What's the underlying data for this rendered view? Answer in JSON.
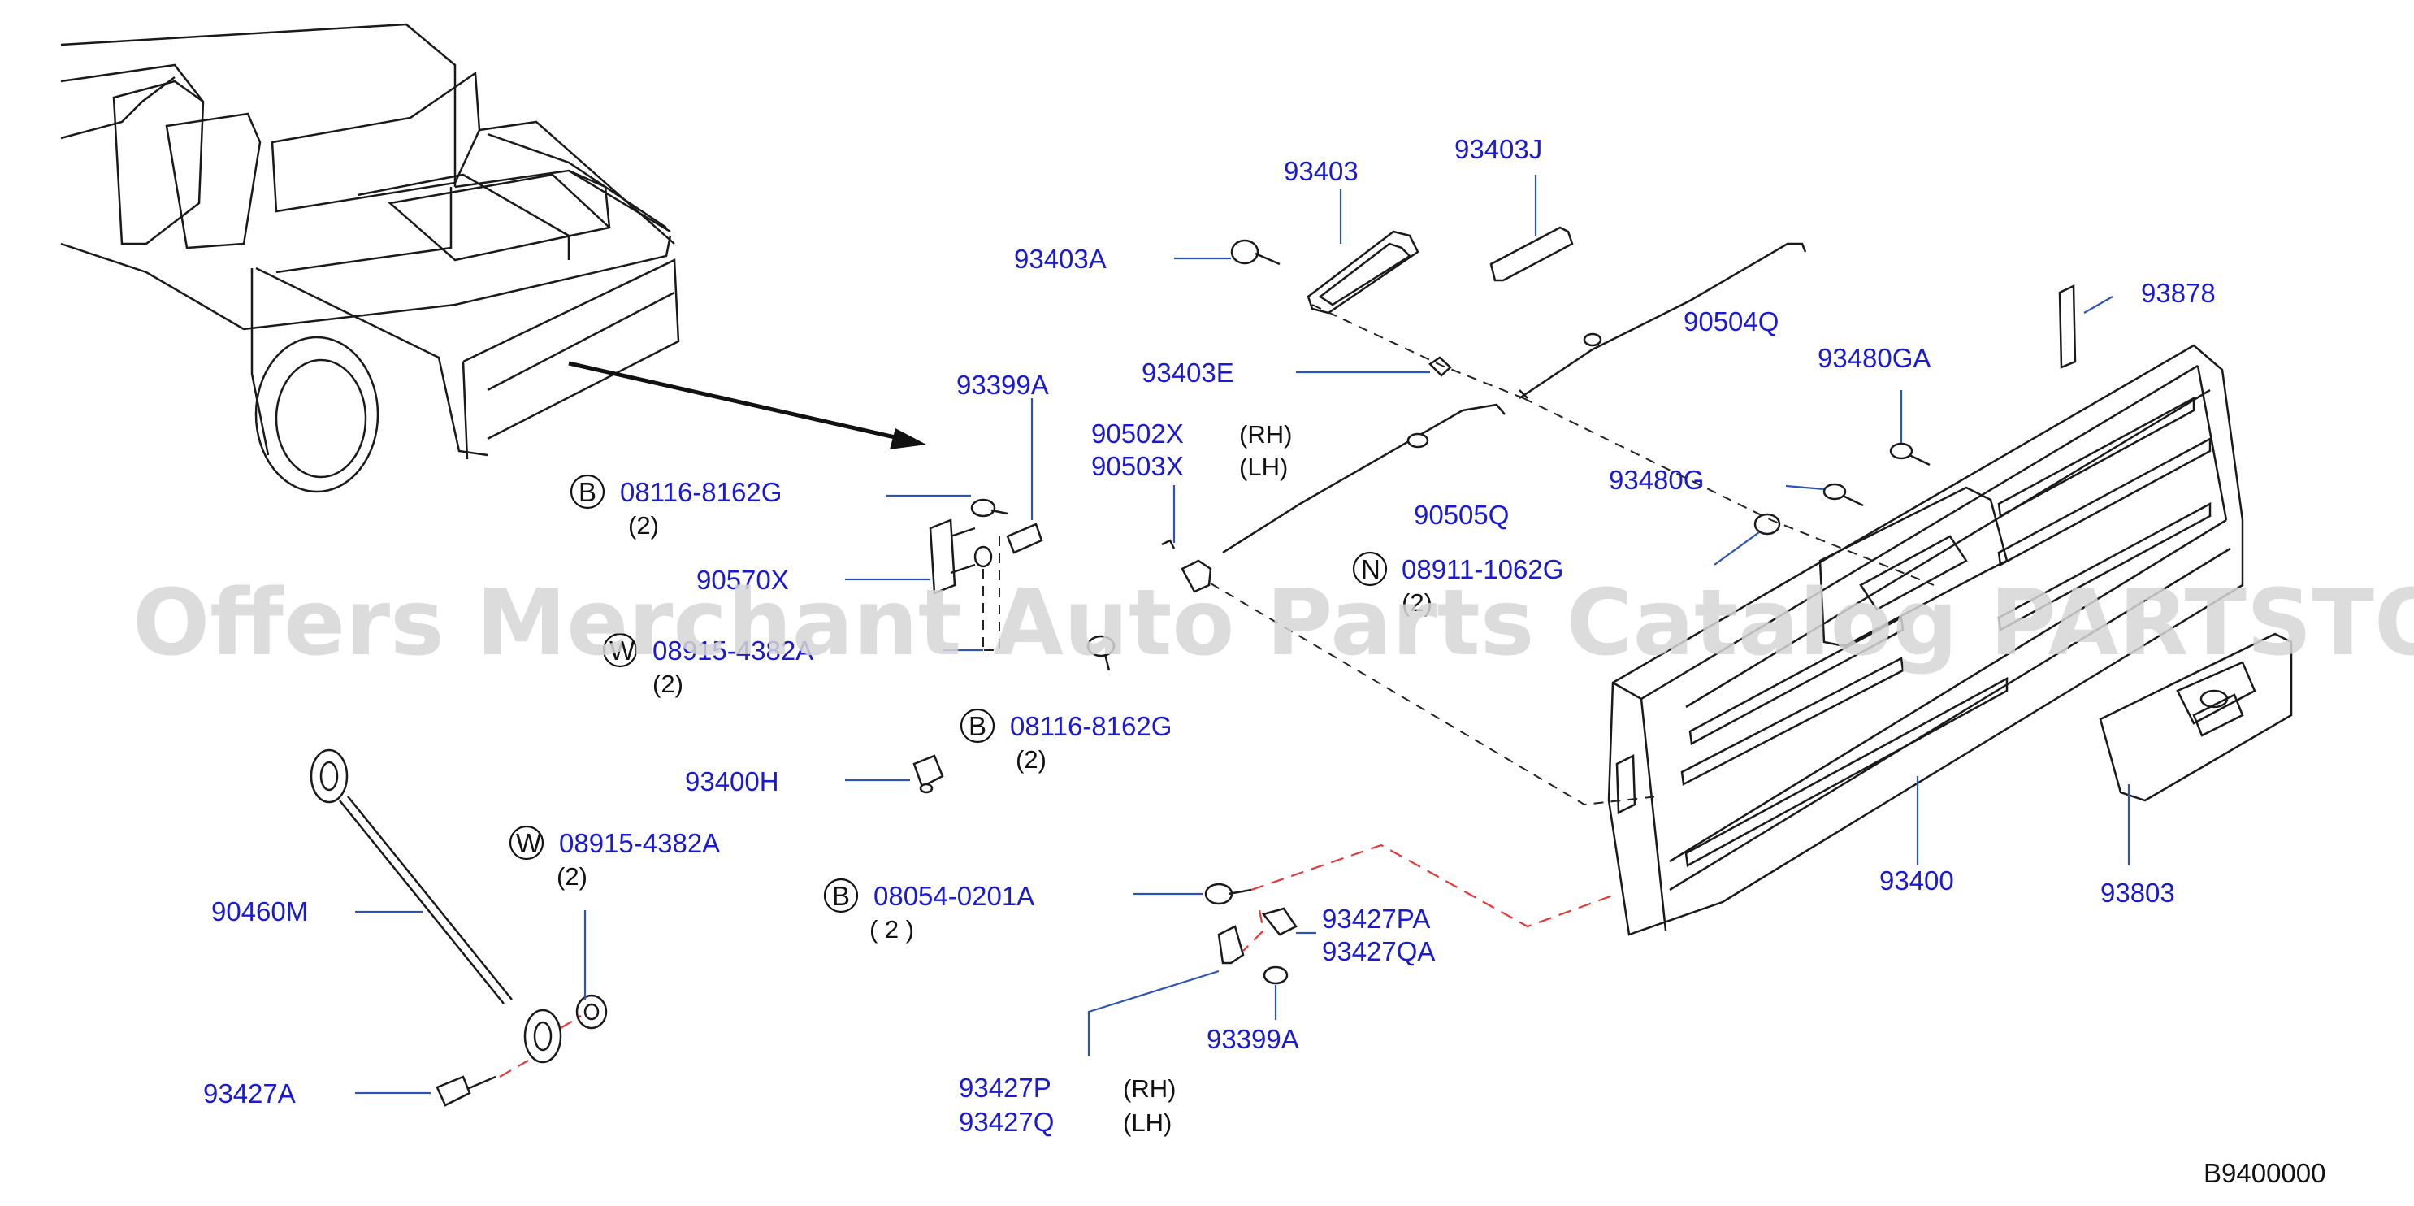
{
  "watermark": "Offers Merchant Auto Parts Catalog PARTSTORE.SA",
  "diagram_code": "B9400000",
  "callouts": {
    "p93403": "93403",
    "p93403J": "93403J",
    "p93403A": "93403A",
    "p90504Q": "90504Q",
    "p93878": "93878",
    "p93403E": "93403E",
    "p93480GA": "93480GA",
    "p93399A_top": "93399A",
    "p90502X": "90502X",
    "p90503X": "90503X",
    "rh1": "(RH)",
    "lh1": "(LH)",
    "p90505Q": "90505Q",
    "p93480G": "93480G",
    "b1_letter": "B",
    "b1_code": "08116-8162G",
    "b1_qty": "(2)",
    "p90570X": "90570X",
    "n_letter": "N",
    "n_code": "08911-1062G",
    "n_qty": "(2)",
    "w1_letter": "W",
    "w1_code": "08915-4382A",
    "w1_qty": "(2)",
    "b2_letter": "B",
    "b2_code": "08116-8162G",
    "b2_qty": "(2)",
    "p93400H": "93400H",
    "w2_letter": "W",
    "w2_code": "08915-4382A",
    "w2_qty": "(2)",
    "p90460M": "90460M",
    "b3_letter": "B",
    "b3_code": "08054-0201A",
    "b3_qty": "( 2 )",
    "p93427PA": "93427PA",
    "p93427QA": "93427QA",
    "p93400": "93400",
    "p93803": "93803",
    "p93399A_bottom": "93399A",
    "p93427A": "93427A",
    "p93427P": "93427P",
    "p93427Q": "93427Q",
    "rh2": "(RH)",
    "lh2": "(LH)"
  }
}
